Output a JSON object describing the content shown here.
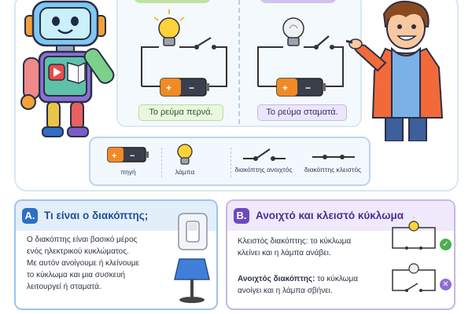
{
  "circuits": {
    "on_caption": "Το ρεύμα περνά.",
    "off_caption": "Το ρεύμα σταματά."
  },
  "legend": {
    "items": [
      {
        "label": "πηγή"
      },
      {
        "label": "λάμπα"
      },
      {
        "label": "διακόπτης ανοιχτός"
      },
      {
        "label": "διακόπτης κλειστός"
      }
    ]
  },
  "card_a": {
    "badge": "A.",
    "title": "Τι είναι ο διακόπτης;",
    "lines": [
      "Ο διακόπτης είναι βασικό μέρος",
      "ενός ηλεκτρικού κυκλώματος.",
      "Με αυτόν ανοίγουμε ή κλείνουμε",
      "το κύκλωμα και μια συσκευή",
      "λειτουργεί ή σταματά."
    ]
  },
  "card_b": {
    "badge": "B.",
    "title": "Ανοιχτό και κλειστό κύκλωμα",
    "closed_term": "Κλειστός διακόπτης:",
    "closed_line1": " το κύκλωμα",
    "closed_line2": "κλείνει και η λάμπα ανάβει.",
    "open_term": "Ανοιχτός διακόπτης:",
    "open_line1": " το κύκλωμα",
    "open_line2": "ανοίγει και η λάμπα σβήνει.",
    "check_mark": "✓",
    "cross_mark": "✕"
  },
  "colors": {
    "accent_blue": "#2f6fc4",
    "accent_purple": "#6a4bbf",
    "ok_green": "#4caf50",
    "off_purple": "#8e6ed6",
    "bulb_on": "#ffd23a",
    "battery_orange": "#f08a24"
  }
}
